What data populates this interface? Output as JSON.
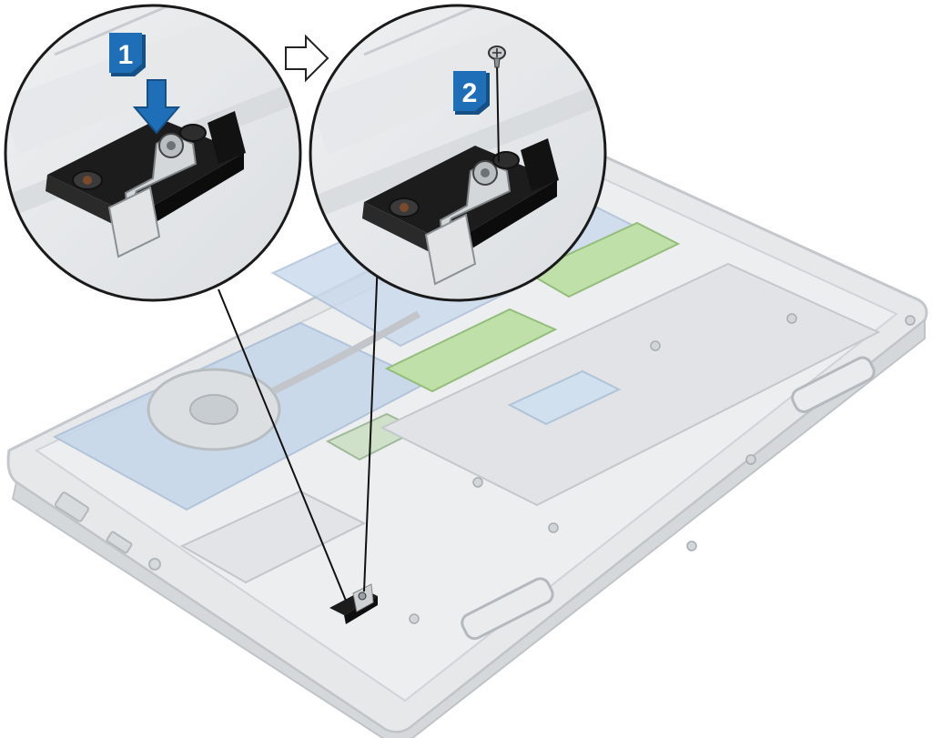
{
  "steps": [
    {
      "number": "1",
      "action": "press-bracket-onto-post"
    },
    {
      "number": "2",
      "action": "install-screw"
    }
  ],
  "colors": {
    "step_badge": "#1f6fb8",
    "step_badge_dark": "#154f85",
    "chassis": "#e3e5e7",
    "chassis_edge": "#c9ccd0",
    "memory_module": "#b8d9a4",
    "motherboard": "#b9cde6",
    "bracket": "#1c1c1c",
    "metal_clip": "#cfd2d4",
    "callout_line": "#111111"
  }
}
